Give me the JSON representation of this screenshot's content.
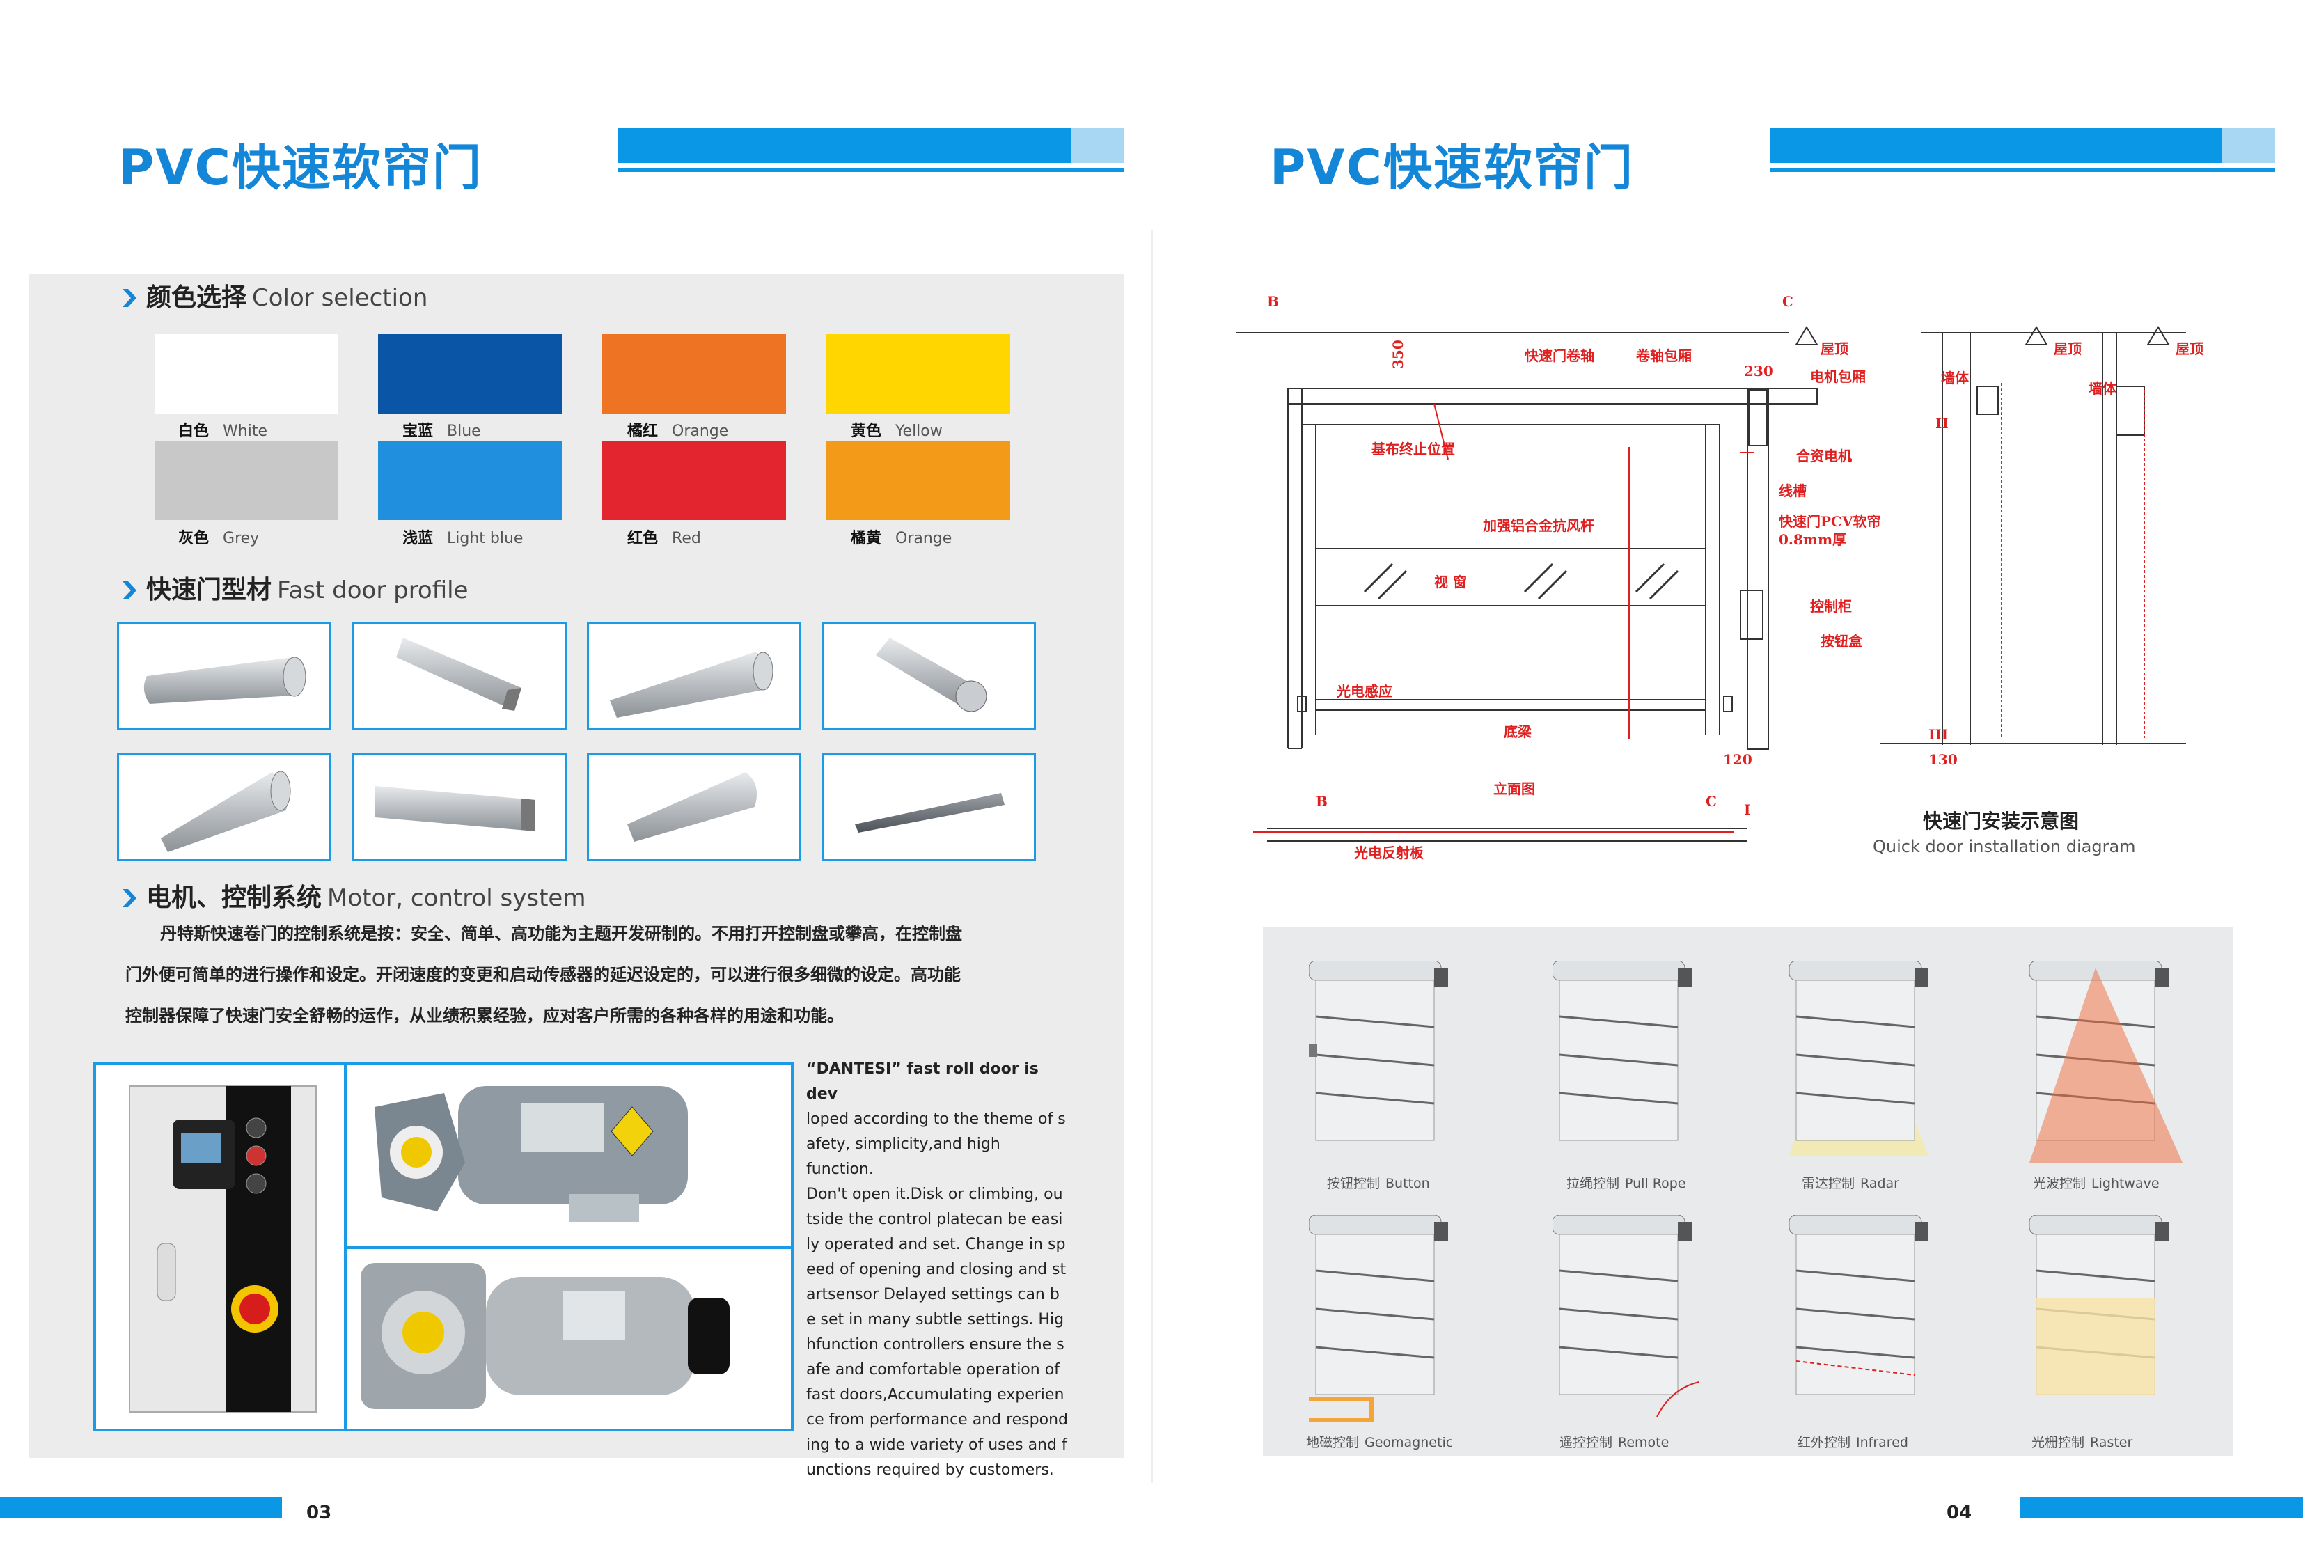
{
  "left_page": {
    "title": "PVC快速软帘门",
    "page_number": "03",
    "color_section": {
      "zh": "颜色选择",
      "en": "Color selection"
    },
    "colors": [
      {
        "zh": "白色",
        "en": "White",
        "hex": "#ffffff"
      },
      {
        "zh": "宝蓝",
        "en": "Blue",
        "hex": "#0b55a7"
      },
      {
        "zh": "橘红",
        "en": "Orange",
        "hex": "#ee7423"
      },
      {
        "zh": "黄色",
        "en": "Yellow",
        "hex": "#ffd600"
      },
      {
        "zh": "灰色",
        "en": "Grey",
        "hex": "#c8c8c8"
      },
      {
        "zh": "浅蓝",
        "en": "Light blue",
        "hex": "#1f8fde"
      },
      {
        "zh": "红色",
        "en": "Red",
        "hex": "#e32530"
      },
      {
        "zh": "橘黄",
        "en": "Orange",
        "hex": "#f39a18"
      }
    ],
    "profile_section": {
      "zh": "快速门型材",
      "en": "Fast door profile"
    },
    "motor_section": {
      "zh": "电机、控制系统",
      "en": "Motor, control system"
    },
    "motor_paragraph": [
      "丹特斯快速卷门的控制系统是按：安全、简单、高功能为主题开发研制的。不用打开控制盘或攀高，在控制盘",
      "门外便可简单的进行操作和设定。开闭速度的变更和启动传感器的延迟设定的，可以进行很多细微的设定。高功能",
      "控制器保障了快速门安全舒畅的运作，从业绩积累经验，应对客户所需的各种各样的用途和功能。"
    ],
    "motor_en_lines": [
      "“DANTESI”  fast roll door is dev",
      "loped according to the theme of s",
      "afety, simplicity,and high function.",
      "Don't open it.Disk or climbing, ou",
      "tside the control platecan be easi",
      "ly operated and set. Change in sp",
      "eed of opening and closing and st",
      "artsensor Delayed settings can b",
      "e set in many subtle settings. Hig",
      "hfunction controllers ensure the s",
      "afe and comfortable operation of",
      "fast doors,Accumulating experien",
      "ce from performance and respond",
      "ing to a wide variety of uses and f",
      "unctions required by customers."
    ]
  },
  "right_page": {
    "title": "PVC快速软帘门",
    "page_number": "04",
    "diagram_labels": {
      "B": "B",
      "C": "C",
      "roof": "屋顶",
      "roller": "快速门卷轴",
      "shaft_cover": "卷轴包厢",
      "motor_cover": "电机包厢",
      "motor": "合资电机",
      "curtain_end": "基布终止位置",
      "wire_slot": "线槽",
      "pvc_curtain": "快速门PCV软帘",
      "thickness": "0.8mm厚",
      "wind_bar": "加强铝合金抗风杆",
      "window": "视 窗",
      "control_box": "控制柜",
      "button_box": "按钮盒",
      "photo_sensor": "光电感应",
      "bottom_beam": "底梁",
      "front_view": "立面图",
      "reflector": "光电反射板",
      "wall": "墙体",
      "dim_350": "350",
      "dim_230": "230",
      "dim_120": "120",
      "dim_130": "130",
      "II": "II",
      "III": "III",
      "I": "I"
    },
    "install_caption": {
      "zh": "快速门安装示意图",
      "en": "Quick door installation diagram"
    },
    "control_modes": [
      {
        "zh": "按钮控制",
        "en": "Button"
      },
      {
        "zh": "拉绳控制",
        "en": "Pull Rope"
      },
      {
        "zh": "雷达控制",
        "en": "Radar"
      },
      {
        "zh": "光波控制",
        "en": "Lightwave"
      },
      {
        "zh": "地磁控制",
        "en": "Geomagnetic"
      },
      {
        "zh": "遥控控制",
        "en": "Remote"
      },
      {
        "zh": "红外控制",
        "en": "Infrared"
      },
      {
        "zh": "光栅控制",
        "en": "Raster"
      }
    ]
  }
}
